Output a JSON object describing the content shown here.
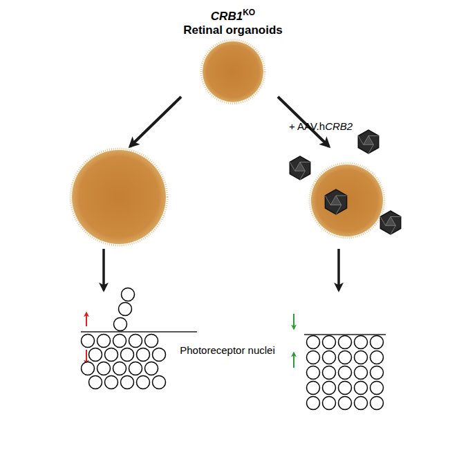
{
  "diagram": {
    "nodes": [
      {
        "text": [
          "CRB1",
          "KO",
          "Retinal organoids"
        ]
      }
    ],
    "labels": [
      "+ AAV.h",
      "CRB2",
      "Photoreceptor nuclei"
    ]
  }
}
